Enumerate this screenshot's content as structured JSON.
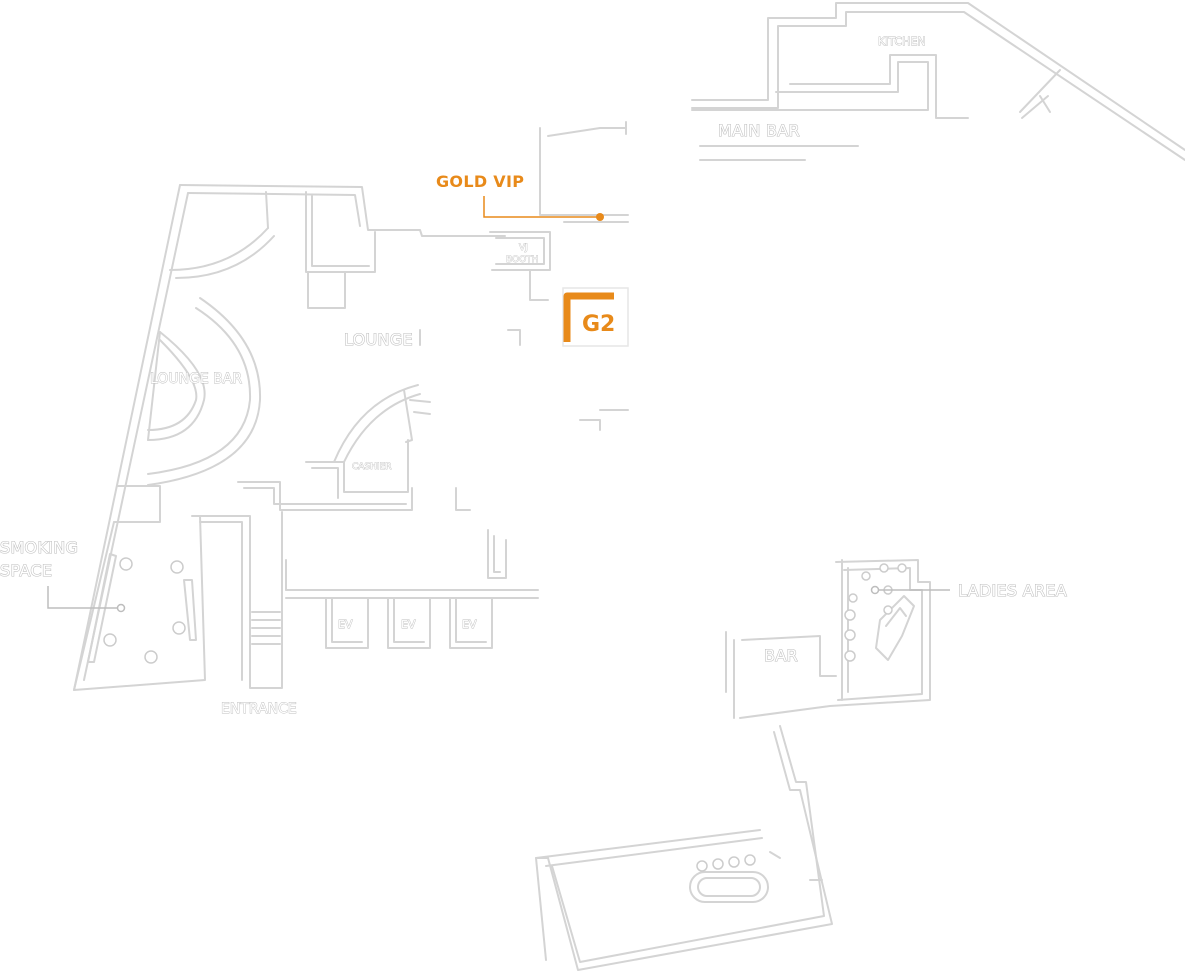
{
  "labels": {
    "kitchen": "KITCHEN",
    "main_bar": "MAIN BAR",
    "gold_vip": "GOLD VIP",
    "vj_booth_line1": "VJ",
    "vj_booth_line2": "BOOTH",
    "g2": "G2",
    "lounge": "LOUNGE",
    "lounge_bar": "LOUNGE BAR",
    "cashier": "CASHIER",
    "smoking_line1": "SMOKING",
    "smoking_line2": "SPACE",
    "ev": [
      "EV",
      "EV",
      "EV"
    ],
    "entrance": "ENTRANCE",
    "ladies_area": "LADIES AREA",
    "bar": "BAR"
  },
  "colors": {
    "accent": "#e88a1a",
    "outline": "#d4d4d4",
    "label_outline": "#bdbdbd",
    "background": "#ffffff"
  },
  "highlighted_area": "G2"
}
